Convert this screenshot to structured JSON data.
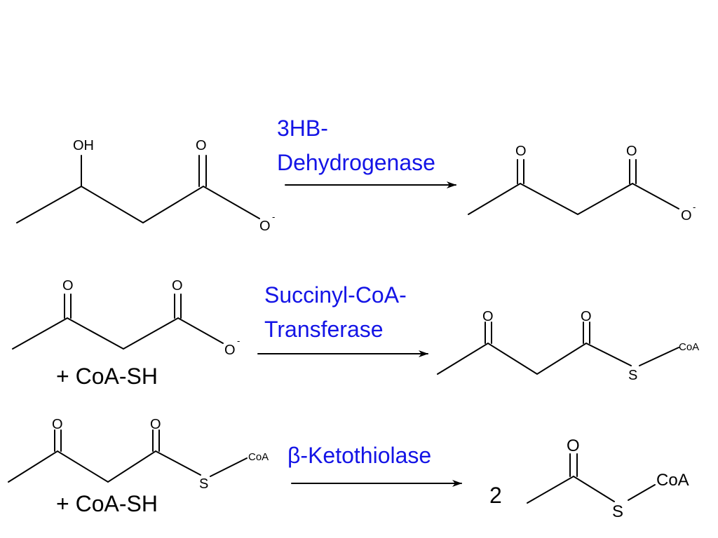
{
  "colors": {
    "enzyme_text": "#1414e6",
    "bond": "#000000"
  },
  "reactions": [
    {
      "enzyme_line1": "3HB-",
      "enzyme_line2": "Dehydrogenase"
    },
    {
      "enzyme_line1": "Succinyl-CoA-",
      "enzyme_line2": "Transferase",
      "cosubstrate": "+ CoA-SH"
    },
    {
      "enzyme_line1": "β-Ketothiolase",
      "cosubstrate": "+ CoA-SH",
      "coefficient": "2"
    }
  ],
  "atoms": {
    "hydroxyl": "OH",
    "oxygen": "O",
    "oxide": "O",
    "charge": "-",
    "sulfur": "S",
    "coa": "CoA"
  }
}
